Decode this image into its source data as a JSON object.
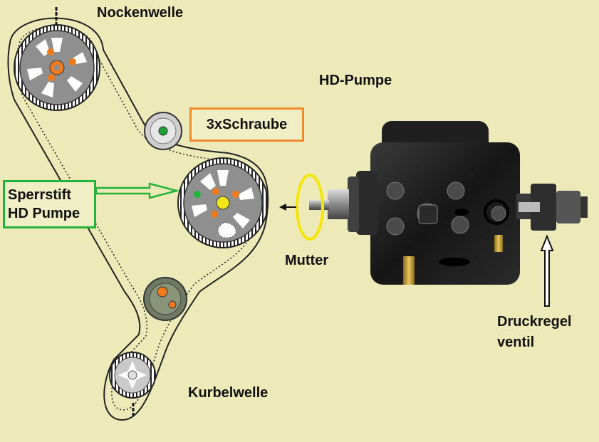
{
  "labels": {
    "camshaft": "Nockenwelle",
    "hp_pump": "HD-Pumpe",
    "screws": "3xSchraube",
    "lock_pin_line1": "Sperrstift",
    "lock_pin_line2": "HD Pumpe",
    "nut": "Mutter",
    "pressure_valve_line1": "Druckregel",
    "pressure_valve_line2": "ventil",
    "crankshaft": "Kurbelwelle"
  },
  "colors": {
    "background": "#ede9b8",
    "screws_box_border": "#f08a2a",
    "lock_pin_box_border": "#22b33a",
    "nut_highlight": "#f5e60a",
    "belt": "#222222",
    "sprocket": "#8f8f8f",
    "bolt": "#f07a1c",
    "pump_body": "#1c1c1c"
  }
}
